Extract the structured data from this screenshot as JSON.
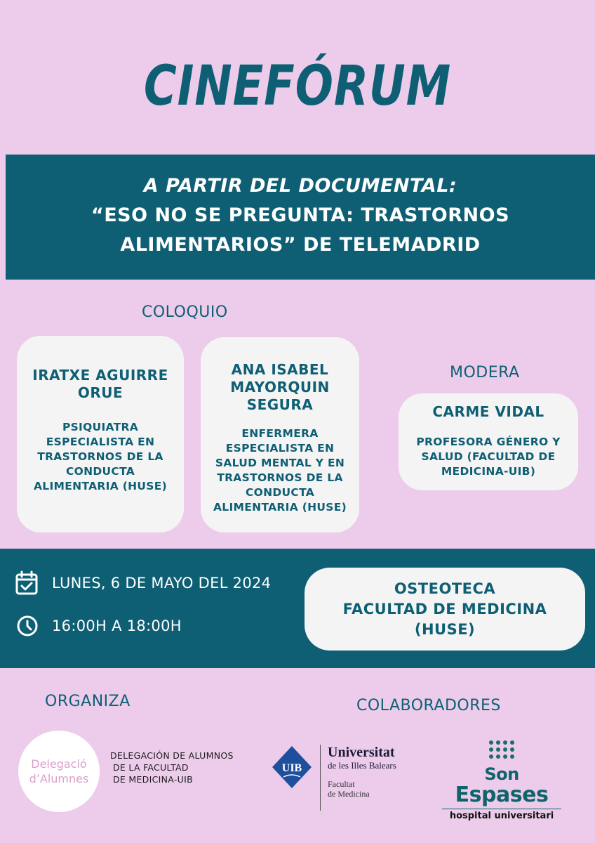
{
  "title": "CINEFÓRUM",
  "subtitle": {
    "line1": "A PARTIR DEL DOCUMENTAL:",
    "line2": "“ESO NO SE PREGUNTA: TRASTORNOS",
    "line3": "ALIMENTARIOS” DE TELEMADRID"
  },
  "coloquio_label": "COLOQUIO",
  "modera_label": "MODERA",
  "speakers": [
    {
      "name": [
        "IRATXE AGUIRRE",
        "ORUE"
      ],
      "role": [
        "PSIQUIATRA",
        "ESPECIALISTA EN",
        "TRASTORNOS DE LA",
        "CONDUCTA",
        "ALIMENTARIA (HUSE)"
      ]
    },
    {
      "name": [
        "ANA ISABEL",
        "MAYORQUIN",
        "SEGURA"
      ],
      "role": [
        "ENFERMERA",
        "ESPECIALISTA EN",
        "SALUD MENTAL Y EN",
        "TRASTORNOS DE LA",
        "CONDUCTA",
        "ALIMENTARIA (HUSE)"
      ]
    }
  ],
  "moderator": {
    "name": "CARME VIDAL",
    "role": [
      "PROFESORA GÉNERO Y",
      "SALUD (FACULTAD DE",
      "MEDICINA-UIB)"
    ]
  },
  "event": {
    "date": "LUNES,  6 DE MAYO DEL 2024",
    "time": "16:00H A 18:00H",
    "date_icon": "calendar-check-icon",
    "time_icon": "clock-icon",
    "venue": [
      "OSTEOTECA",
      "FACULTAD DE MEDICINA",
      "(HUSE)"
    ]
  },
  "organiza_label": "ORGANIZA",
  "colaboradores_label": "COLABORADORES",
  "organizer": {
    "logo_text": [
      "Delegació",
      "d’Alumnes"
    ],
    "text": [
      "DELEGACIÓN DE ALUMNOS",
      "DE LA FACULTAD",
      "DE MEDICINA-UIB"
    ]
  },
  "collaborators": {
    "uib": {
      "badge": "UIB",
      "name": "Universitat",
      "sub": "de les Illes Balears",
      "faculty": [
        "Facultat",
        "de Medicina"
      ]
    },
    "son_espases": {
      "name_small": "Son",
      "name_big": "Espases",
      "sub": "hospital universitari"
    }
  },
  "colors": {
    "background": "#ecccea",
    "primary": "#0e5f74",
    "card": "#f5f4f4"
  }
}
